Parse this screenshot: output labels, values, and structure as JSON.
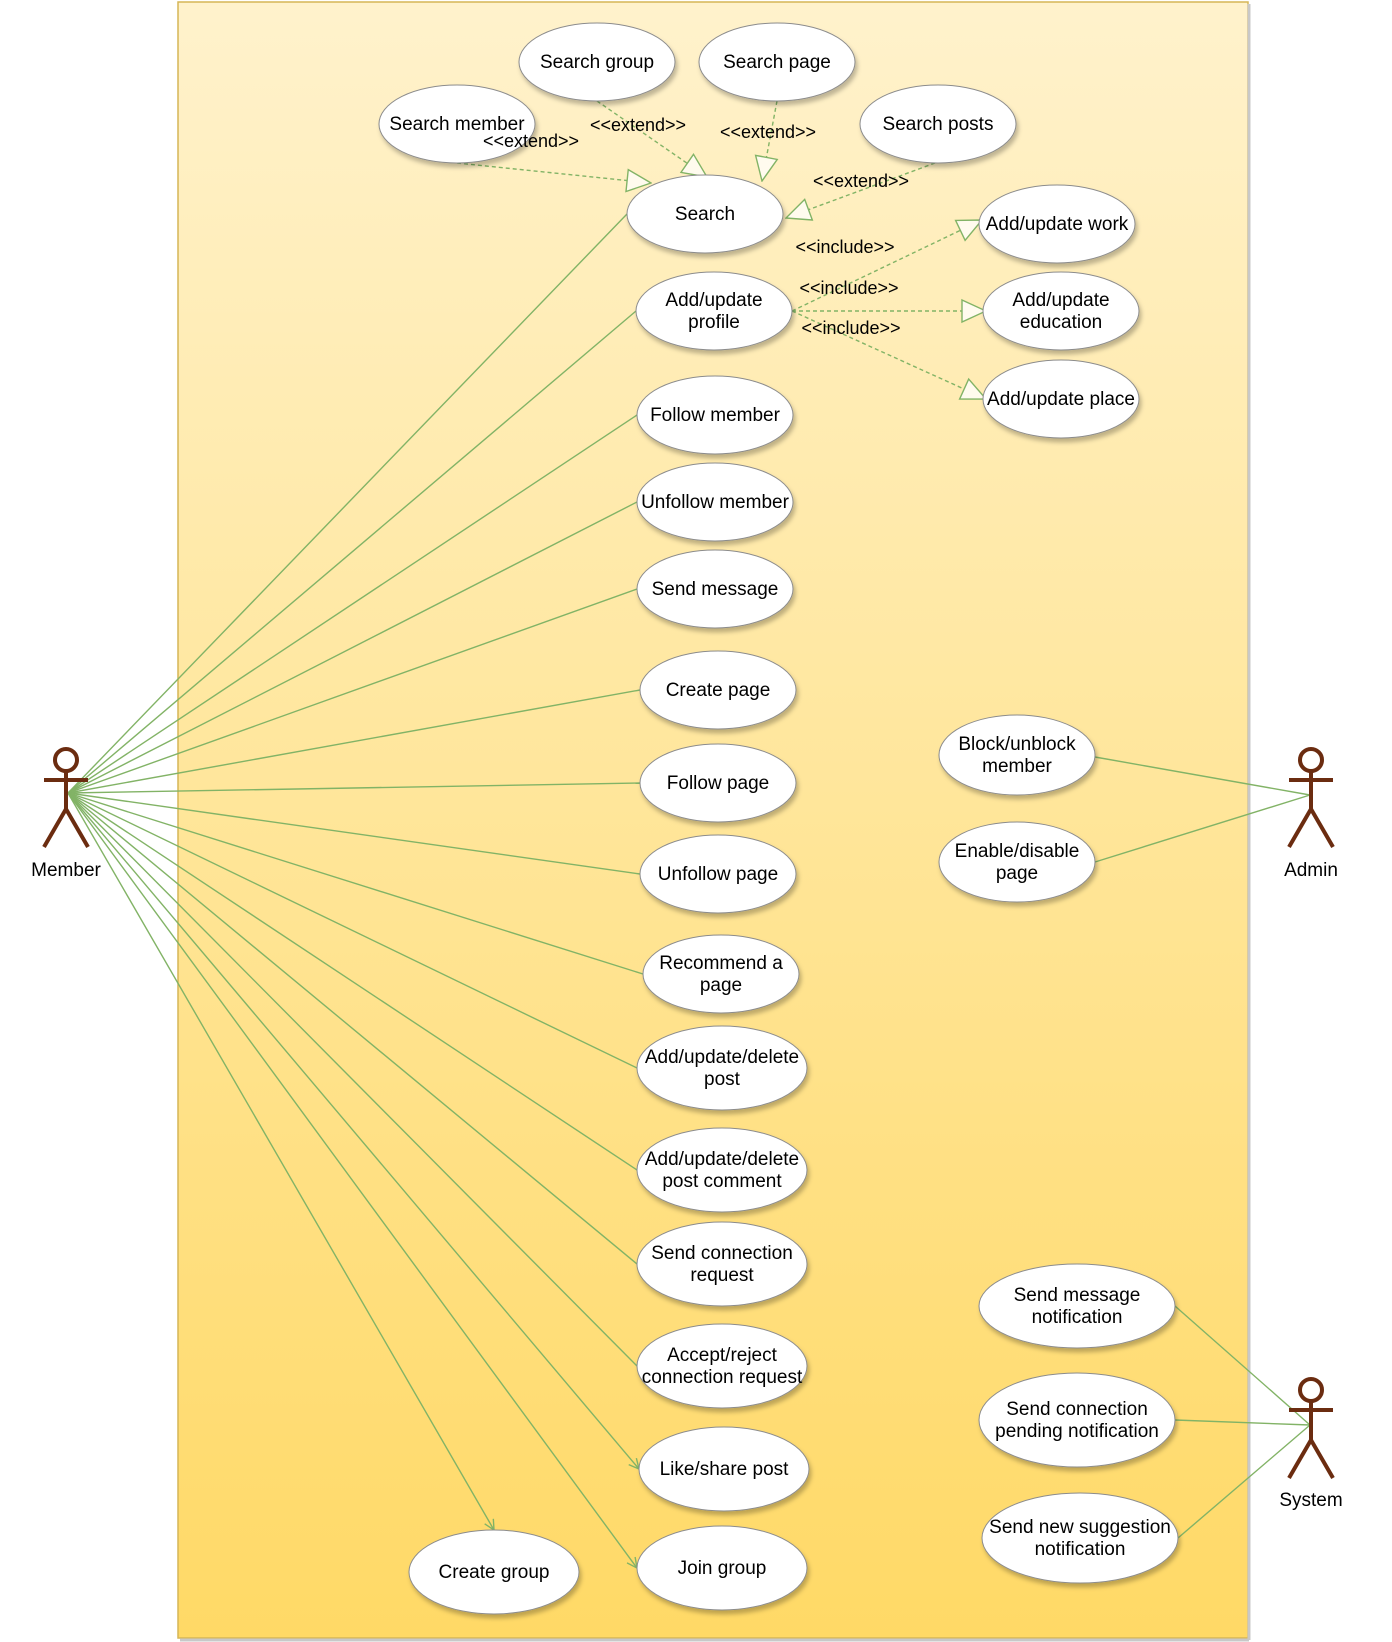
{
  "actors": {
    "member": "Member",
    "admin": "Admin",
    "system": "System"
  },
  "use_cases": {
    "search_group": [
      "Search group"
    ],
    "search_page": [
      "Search page"
    ],
    "search_member": [
      "Search member"
    ],
    "search_posts": [
      "Search posts"
    ],
    "search": [
      "Search"
    ],
    "add_update_work": [
      "Add/update work"
    ],
    "add_update_profile": [
      "Add/update",
      "profile"
    ],
    "add_update_education": [
      "Add/update",
      "education"
    ],
    "add_update_place": [
      "Add/update place"
    ],
    "follow_member": [
      "Follow member"
    ],
    "unfollow_member": [
      "Unfollow member"
    ],
    "send_message": [
      "Send message"
    ],
    "create_page": [
      "Create page"
    ],
    "follow_page": [
      "Follow page"
    ],
    "unfollow_page": [
      "Unfollow page"
    ],
    "recommend_page": [
      "Recommend a",
      "page"
    ],
    "add_update_delete_post": [
      "Add/update/delete",
      "post"
    ],
    "add_update_delete_post_comment": [
      "Add/update/delete",
      "post comment"
    ],
    "send_connection_request": [
      "Send connection",
      "request"
    ],
    "accept_reject_connection_request": [
      "Accept/reject",
      "connection request"
    ],
    "like_share_post": [
      "Like/share post"
    ],
    "join_group": [
      "Join group"
    ],
    "create_group": [
      "Create group"
    ],
    "block_unblock_member": [
      "Block/unblock",
      "member"
    ],
    "enable_disable_page": [
      "Enable/disable",
      "page"
    ],
    "send_message_notification": [
      "Send message",
      "notification"
    ],
    "send_connection_pending_notification": [
      "Send connection",
      "pending notification"
    ],
    "send_new_suggestion_notification": [
      "Send new suggestion",
      "notification"
    ]
  },
  "relations": {
    "extend": "<<extend>>",
    "include": "<<include>>"
  },
  "colors": {
    "boundary_top": "#fff2cc",
    "boundary_bottom": "#ffd966",
    "boundary_stroke": "#d6b656",
    "association_line": "#82b366",
    "actor": "#6b2c10"
  }
}
